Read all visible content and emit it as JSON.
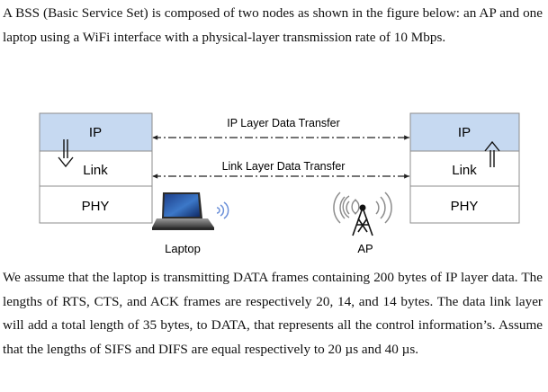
{
  "problem": {
    "intro": "A BSS (Basic Service Set) is composed of two nodes as shown in the figure below: an AP and one laptop using a WiFi interface with a physical-layer transmission rate of 10 Mbps.",
    "assumptions": "We assume that the laptop is transmitting DATA frames containing 200 bytes of IP layer data. The lengths of RTS, CTS, and ACK frames are respectively 20, 14, and 14 bytes. The data link layer will add a total length of 35 bytes, to DATA, that represents all the control information’s. Assume that the lengths of SIFS and DIFS are equal respectively to 20 µs and 40 µs."
  },
  "figure": {
    "left_stack": {
      "layers": [
        "IP",
        "Link",
        "PHY"
      ]
    },
    "right_stack": {
      "layers": [
        "IP",
        "Link",
        "PHY"
      ]
    },
    "ip_transfer_label": "IP Layer Data Transfer",
    "link_transfer_label": "Link Layer Data Transfer",
    "laptop_label": "Laptop",
    "ap_label": "AP",
    "colors": {
      "ip_fill": "#c6d9f1",
      "box_stroke": "#8c8c8c",
      "arrow": "#222222"
    }
  }
}
